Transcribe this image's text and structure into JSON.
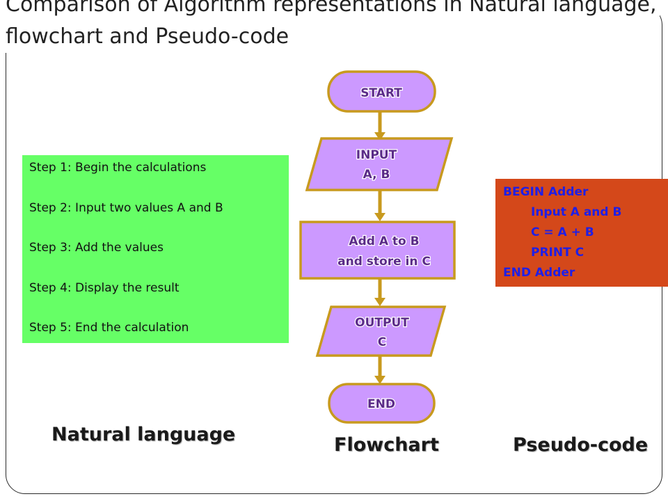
{
  "title": "Comparison of Algorithm representations in Natural language, flowchart and Pseudo-code",
  "natural_language": {
    "steps": [
      "Step 1: Begin the calculations",
      "Step 2: Input two values A and B",
      "Step 3: Add the values",
      "Step 4: Display the result",
      "Step 5: End the calculation"
    ],
    "label": "Natural language"
  },
  "flowchart": {
    "nodes": {
      "start": "START",
      "input_line1": "INPUT",
      "input_line2": "A, B",
      "process_line1": "Add A to B",
      "process_line2": "and store in C",
      "output_line1": "OUTPUT",
      "output_line2": "C",
      "end": "END"
    },
    "label": "Flowchart"
  },
  "pseudocode": {
    "lines": [
      "BEGIN Adder",
      "Input A and B",
      "C = A + B",
      "PRINT C",
      "END Adder"
    ],
    "label": "Pseudo-code"
  },
  "colors": {
    "natural_bg": "#66ff66",
    "pseudo_bg": "#d4481a",
    "pseudo_text": "#1f1fe6",
    "node_fill": "#cc99ff",
    "node_border": "#c89a1e",
    "arrow": "#c89a1e",
    "node_text": "#5a2a88"
  }
}
